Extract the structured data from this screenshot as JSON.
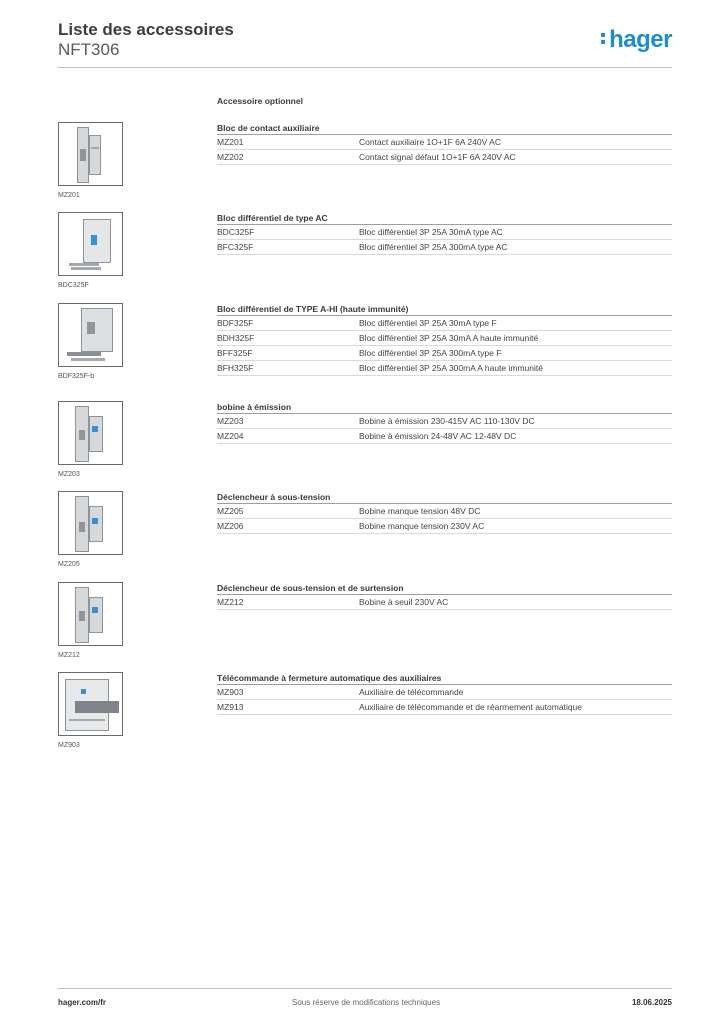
{
  "header": {
    "title": "Liste des accessoires",
    "subtitle": "NFT306",
    "logo": "hager"
  },
  "section_heading": "Accessoire optionnel",
  "groups": [
    {
      "heading": "Bloc de contact auxiliaire",
      "image_caption": "MZ201",
      "rows": [
        {
          "ref": "MZ201",
          "desc": "Contact auxiliaire 1O+1F 6A 240V AC"
        },
        {
          "ref": "MZ202",
          "desc": "Contact signal défaut 1O+1F 6A 240V AC"
        }
      ]
    },
    {
      "heading": "Bloc différentiel de type AC",
      "image_caption": "BDC325F",
      "rows": [
        {
          "ref": "BDC325F",
          "desc": "Bloc différentiel 3P 25A 30mA type AC"
        },
        {
          "ref": "BFC325F",
          "desc": "Bloc différentiel 3P 25A 300mA type AC"
        }
      ]
    },
    {
      "heading": "Bloc différentiel de TYPE A-HI (haute immunité)",
      "image_caption": "BDF325F-b",
      "rows": [
        {
          "ref": "BDF325F",
          "desc": "Bloc différentiel 3P 25A 30mA type F"
        },
        {
          "ref": "BDH325F",
          "desc": "Bloc différentiel 3P 25A 30mA A haute immunité"
        },
        {
          "ref": "BFF325F",
          "desc": "Bloc différentiel 3P 25A 300mA type F"
        },
        {
          "ref": "BFH325F",
          "desc": "Bloc différentiel 3P 25A 300mA A haute immunité"
        }
      ]
    },
    {
      "heading": "bobine à émission",
      "image_caption": "MZ203",
      "rows": [
        {
          "ref": "MZ203",
          "desc": "Bobine à émission 230-415V AC 110-130V DC"
        },
        {
          "ref": "MZ204",
          "desc": "Bobine à émission 24-48V AC 12-48V DC"
        }
      ]
    },
    {
      "heading": "Déclencheur à sous-tension",
      "image_caption": "MZ205",
      "rows": [
        {
          "ref": "MZ205",
          "desc": "Bobine manque tension 48V DC"
        },
        {
          "ref": "MZ206",
          "desc": "Bobine manque tension 230V AC"
        }
      ]
    },
    {
      "heading": "Déclencheur de sous-tension et de surtension",
      "image_caption": "MZ212",
      "rows": [
        {
          "ref": "MZ212",
          "desc": "Bobine à seuil 230V AC"
        }
      ]
    },
    {
      "heading": "Télécommande à fermeture automatique des auxiliaires",
      "image_caption": "MZ903",
      "rows": [
        {
          "ref": "MZ903",
          "desc": "Auxiliaire de télécommande"
        },
        {
          "ref": "MZ913",
          "desc": "Auxiliaire de télécommande et de réarmement automatique"
        }
      ]
    }
  ],
  "footer": {
    "website": "hager.com/fr",
    "notice": "Sous réserve de modifications techniques",
    "date": "18.06.2025"
  },
  "colors": {
    "brand": "#1e8ccf",
    "text": "#3a3a3a",
    "rule": "#bdbdbd"
  }
}
